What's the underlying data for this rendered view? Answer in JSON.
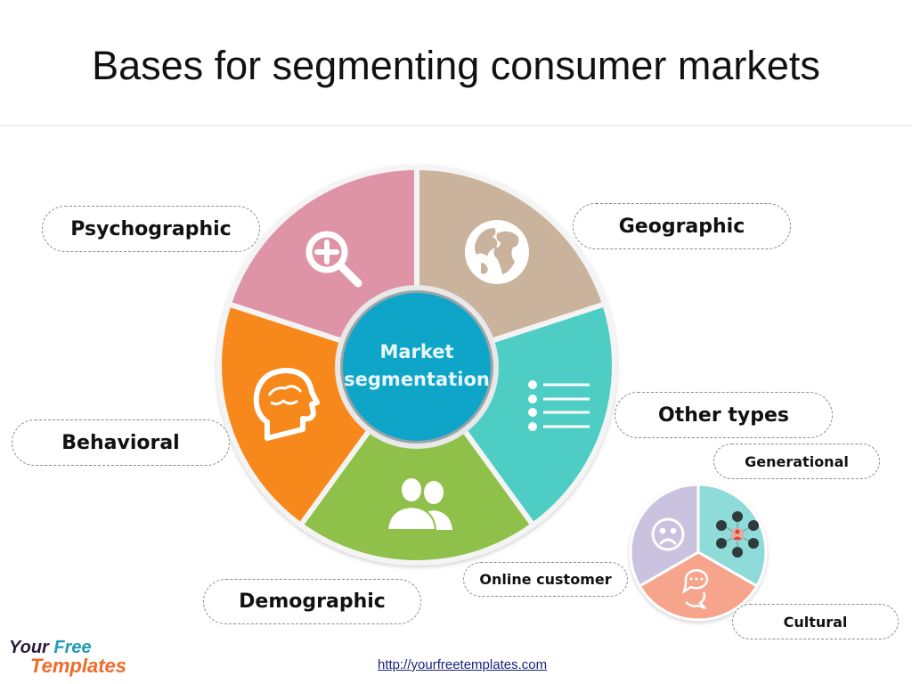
{
  "slide": {
    "title": "Bases for segmenting consumer markets"
  },
  "main_wheel": {
    "center_label_line1": "Market",
    "center_label_line2": "segmentation",
    "center_color": "#0ea5c9",
    "segments": [
      {
        "name": "Geographic",
        "color": "#c9b39c",
        "icon": "globe-icon"
      },
      {
        "name": "Other types",
        "color": "#4ecdc4",
        "icon": "list-icon"
      },
      {
        "name": "Demographic",
        "color": "#8fc04a",
        "icon": "users-icon"
      },
      {
        "name": "Behavioral",
        "color": "#f7891e",
        "icon": "head-brain-icon"
      },
      {
        "name": "Psychographic",
        "color": "#de93a6",
        "icon": "magnifier-plus-icon"
      }
    ]
  },
  "labels": {
    "psychographic": "Psychographic",
    "geographic": "Geographic",
    "other_types": "Other types",
    "behavioral": "Behavioral",
    "demographic": "Demographic",
    "generational": "Generational",
    "online_customer": "Online customer",
    "cultural": "Cultural"
  },
  "sub_wheel": {
    "segments": [
      {
        "name": "Generational",
        "color": "#8edbd9",
        "icon": "network-people-icon"
      },
      {
        "name": "Cultural",
        "color": "#f7a48c",
        "icon": "chat-bubbles-icon"
      },
      {
        "name": "Online customer",
        "color": "#c9c3e0",
        "icon": "sad-face-icon"
      }
    ]
  },
  "footer": {
    "logo_line1_a": "Your",
    "logo_line1_b": "Free",
    "logo_line2": "Templates",
    "url": "http://yourfreetemplates.com"
  }
}
